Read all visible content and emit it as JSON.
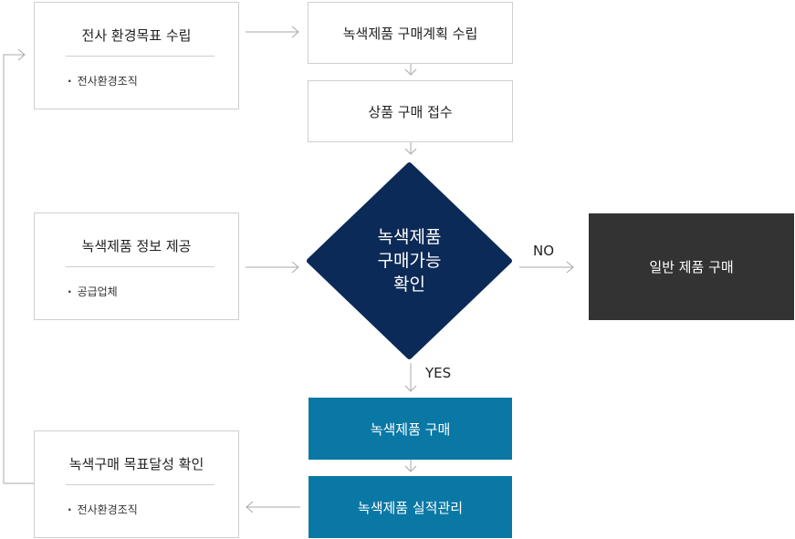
{
  "left": {
    "env_goal": {
      "title": "전사 환경목표 수립",
      "note": "전사환경조직"
    },
    "info": {
      "title": "녹색제품 정보 제공",
      "note": "공급업체"
    },
    "check": {
      "title": "녹색구매 목표달성 확인",
      "note": "전사환경조직"
    }
  },
  "center": {
    "plan": "녹색제품 구매계획 수립",
    "receive": "상품 구매 접수",
    "decision": [
      "녹색제품",
      "구매가능",
      "확인"
    ],
    "purchase": "녹색제품 구매",
    "manage": "녹색제품 실적관리"
  },
  "right": {
    "general": "일반 제품 구매"
  },
  "labels": {
    "yes": "YES",
    "no": "NO"
  },
  "colors": {
    "diamond": "#0c2a57",
    "teal": "#0a78a5",
    "dark": "#333333",
    "border": "#cfcfcf",
    "arrow": "#aaaaaa"
  }
}
